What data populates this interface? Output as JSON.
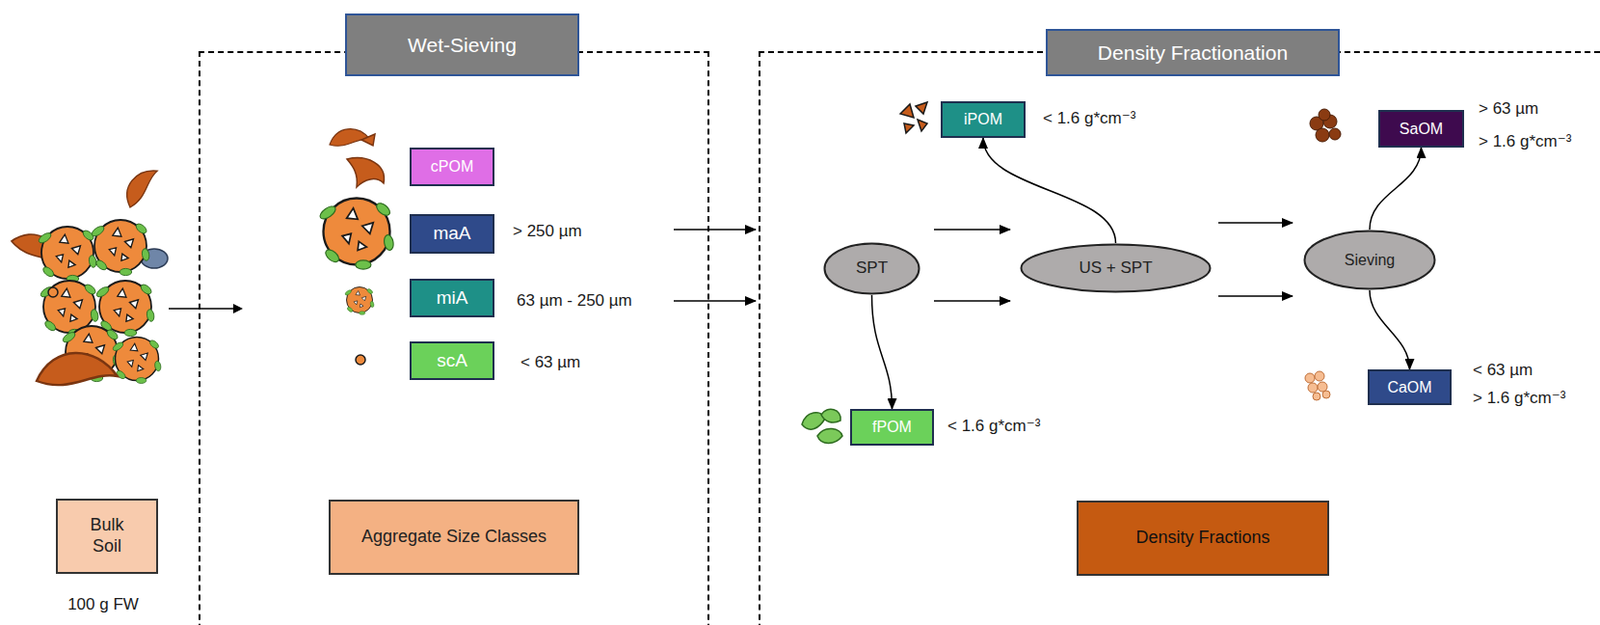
{
  "diagram": {
    "nodes": [
      {
        "text": [
          "Bulk Soil"
        ]
      },
      {
        "text": [
          "Wet-Sieving"
        ]
      },
      {
        "text": [
          "cPOM"
        ],
        "in": 1
      },
      {
        "text": [
          "maA"
        ],
        "in": 1
      },
      {
        "text": [
          "miA"
        ],
        "in": 1
      },
      {
        "text": [
          "scA"
        ],
        "in": 1
      },
      {
        "text": [
          "Aggregate Size Classes"
        ],
        "in": 1
      },
      {
        "text": [
          "Density Fractionation"
        ]
      },
      {
        "text": [
          "iPOM"
        ],
        "in": 7
      },
      {
        "text": [
          "SaOM"
        ],
        "in": 7
      },
      {
        "text": [
          "SPT"
        ],
        "in": 7
      },
      {
        "text": [
          "US + SPT"
        ],
        "in": 7
      },
      {
        "text": [
          "Sieving"
        ],
        "in": 7
      },
      {
        "text": [
          "CaOM"
        ],
        "in": 7
      },
      {
        "text": [
          "fPOM"
        ],
        "in": 7
      },
      {
        "text": [
          "Density Fractions"
        ],
        "in": 7
      }
    ],
    "edges": [
      {
        "from": 3,
        "to": 7,
        "arrow": "to"
      },
      {
        "from": 4,
        "to": 7,
        "arrow": "to"
      },
      {
        "from": 10,
        "to": 11,
        "arrow": "to"
      },
      {
        "from": 10,
        "to": 11,
        "arrow": "to"
      },
      {
        "from": 10,
        "to": 14,
        "arrow": "to"
      },
      {
        "from": 11,
        "to": 8,
        "arrow": "to"
      },
      {
        "from": 12,
        "to": 9,
        "arrow": "to"
      },
      {
        "from": 12,
        "to": 13,
        "arrow": "to"
      },
      {
        "from": 11,
        "to": 12,
        "arrow": "to"
      },
      {
        "from": 11,
        "to": 12,
        "arrow": "to"
      }
    ],
    "labels": [
      "100 g FW",
      "> 250 µm",
      "63 µm - 250 µm",
      "< 63 µm",
      "< 1.6 g*cm⁻³",
      "< 1.6 g*cm⁻³",
      "> 63 µm",
      "> 1.6 g*cm⁻³",
      "< 63 µm",
      "> 1.6 g*cm⁻³"
    ]
  }
}
